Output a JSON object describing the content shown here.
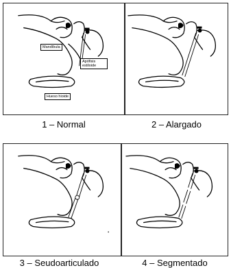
{
  "panels": [
    {
      "caption": "1 – Normal",
      "labels": {
        "mandibula": "Mandíbula",
        "apofisis": "Apófisis estiloide",
        "hueso": "Hueso hioide"
      }
    },
    {
      "caption": "2 – Alargado"
    },
    {
      "caption": "3 – Seudoarticulado"
    },
    {
      "caption": "4 – Segmentado"
    }
  ]
}
